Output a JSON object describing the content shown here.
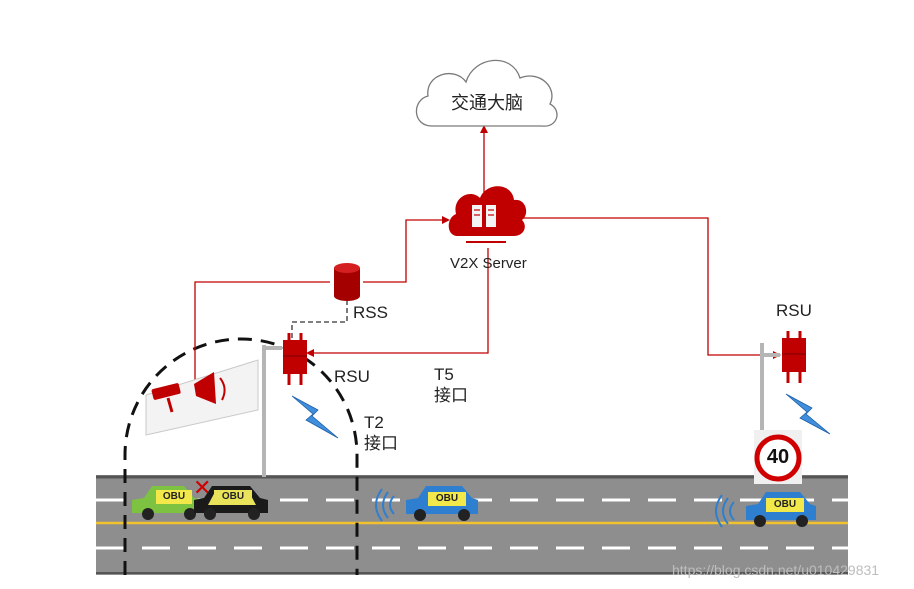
{
  "cloud": {
    "label": "交通大脑"
  },
  "server": {
    "label": "V2X Server",
    "icon": "server-cloud-icon"
  },
  "rss": {
    "label": "RSS",
    "icon": "database-icon"
  },
  "rsu_left": {
    "label": "RSU",
    "icon": "rsu-device-icon"
  },
  "rsu_right": {
    "label": "RSU",
    "icon": "rsu-device-icon"
  },
  "interface_t5": {
    "line1": "T5",
    "line2": "接口"
  },
  "interface_t2": {
    "line1": "T2",
    "line2": "接口"
  },
  "speed_sign": {
    "value": "40"
  },
  "vehicles": [
    {
      "tag": "OBU",
      "color": "#7ec242"
    },
    {
      "tag": "OBU",
      "color": "#e8e35a"
    },
    {
      "tag": "OBU",
      "color": "#2f7fd0"
    },
    {
      "tag": "OBU",
      "color": "#2f7fd0"
    }
  ],
  "collision_mark": "✕",
  "watermark": "https://blog.csdn.net/u010429831",
  "colors": {
    "link": "#c00000",
    "device": "#c00000",
    "road": "#8e8e8e",
    "lane": "#ffffff",
    "centerline": "#f2c22e"
  }
}
